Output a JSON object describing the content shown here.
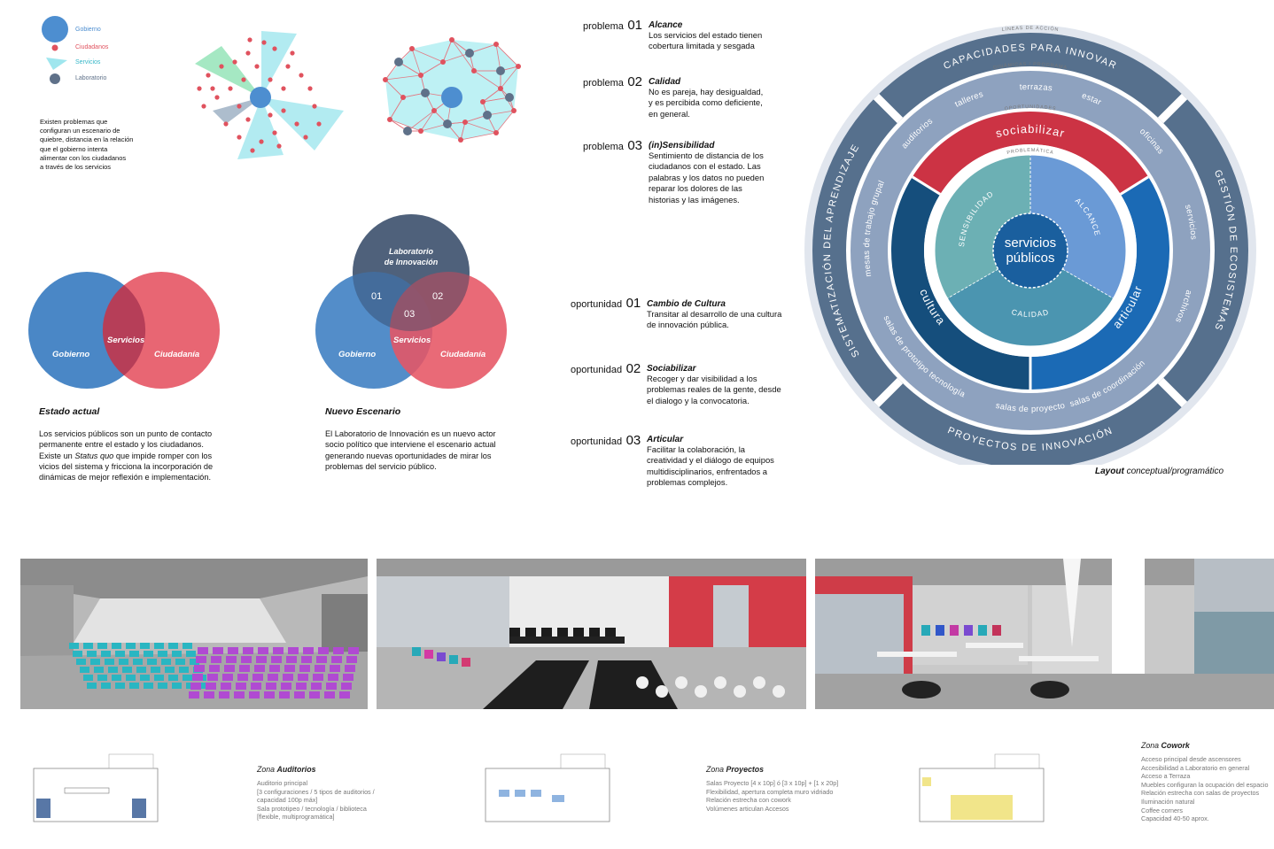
{
  "legend": {
    "items": [
      {
        "label": "Gobierno",
        "color": "#4d8ed0"
      },
      {
        "label": "Ciudadanos",
        "color": "#e0525e"
      },
      {
        "label": "Servicios",
        "color": "#9fe6ee"
      },
      {
        "label": "Laboratorio",
        "color": "#5f7189"
      }
    ]
  },
  "intro_text": [
    "Existen problemas que",
    "configuran un escenario de",
    "quiebre, distancia en la relación",
    "que el gobierno intenta",
    "alimentar con los ciudadanos",
    "a través de los servicios"
  ],
  "venn_current": {
    "left": "Gobierno",
    "middle": "Servicios",
    "right": "Ciudadanía",
    "heading": "Estado actual",
    "text": [
      "Los servicios públicos son un punto de contacto",
      "permanente entre el estado y los ciudadanos.",
      "Existe un",
      "Status quo",
      "que impide romper con los",
      "vicios del sistema y fricciona la incorporación de",
      "dinámicas de mejor reflexión e implementación."
    ]
  },
  "venn_new": {
    "top": [
      "Laboratorio",
      "de Innovación"
    ],
    "left": "Gobierno",
    "right": "Ciudadanía",
    "middle": "Servicios",
    "n1": "01",
    "n2": "02",
    "n3": "03",
    "heading": "Nuevo Escenario",
    "text": [
      "El Laboratorio de Innovación es un nuevo actor",
      "socio político que interviene el escenario actual",
      "generando nuevas oportunidades de mirar los",
      "problemas del servicio público."
    ]
  },
  "problems": [
    {
      "label": "problema",
      "num": "01",
      "title": "Alcance",
      "desc": [
        "Los servicios del estado tienen",
        "cobertura limitada y sesgada"
      ]
    },
    {
      "label": "problema",
      "num": "02",
      "title": "Calidad",
      "desc": [
        "No es pareja, hay desigualdad,",
        "y es percibida como deficiente,",
        "en general."
      ]
    },
    {
      "label": "problema",
      "num": "03",
      "title": "(in)Sensibilidad",
      "desc": [
        "Sentimiento de distancia de los",
        "ciudadanos con el estado. Las",
        "palabras y los datos no pueden",
        "reparar los dolores de las",
        "historias y las imágenes."
      ]
    }
  ],
  "opportunities": [
    {
      "label": "oportunidad",
      "num": "01",
      "title": "Cambio de Cultura",
      "desc": [
        "Transitar al desarrollo de una cultura",
        "de innovación pública."
      ]
    },
    {
      "label": "oportunidad",
      "num": "02",
      "title": "Sociabilizar",
      "desc": [
        "Recoger y dar visibilidad a los",
        "problemas reales de la gente, desde",
        "el dialogo y la convocatoria."
      ]
    },
    {
      "label": "oportunidad",
      "num": "03",
      "title": "Articular",
      "desc": [
        "Facilitar la colaboración, la",
        "creatividad y el diálogo de equipos",
        "multidisciplinarios, enfrentados a",
        "problemas complejos."
      ]
    }
  ],
  "wheel": {
    "center": [
      "servicios",
      "públicos"
    ],
    "problematica_label": "PROBLEMÁTICA",
    "oportunidades_label": "OPORTUNIDADES",
    "dinamicas_label": "DINÁMICAS / PROGRAMA",
    "lineas_label": "LÍNEAS DE ACCIÓN",
    "problems": {
      "a": "ALCANCE",
      "b": "CALIDAD",
      "c": "SENSIBILIDAD"
    },
    "opps": {
      "top": "sociabilizar",
      "right": "articular",
      "left": "cultura"
    },
    "dynamics": [
      "talleres",
      "terrazas",
      "estar",
      "oficinas",
      "servicios",
      "archivos",
      "salas de coordinación",
      "salas de proyecto",
      "salas de prototipo tecnología",
      "mesas de trabajo grupal",
      "auditorios"
    ],
    "actions": {
      "top": "CAPACIDADES PARA INNOVAR",
      "right": "GESTIÓN DE ECOSISTEMAS",
      "bottom": "PROYECTOS DE INNOVACIÓN",
      "left": "SISTEMATIZACIÓN DEL APRENDIZAJE"
    },
    "caption_bold": "Layout",
    "caption_rest": "conceptual/programático",
    "colors": {
      "sociabilizar": "#cc3344",
      "articular": "#1b6ab5",
      "cultura": "#154e7c",
      "alcance": "#6a9ad6",
      "calidad": "#4b95b0",
      "sensibilidad": "#6cb0b4",
      "center": "#1a5f9e",
      "outer": "#556b86",
      "middle": "#8a9fbc"
    }
  },
  "zones": [
    {
      "label": "Zona",
      "name": "Auditorios",
      "lines": [
        "Auditorio principal",
        "[3 configuraciones / 5 tipos de auditorios /",
        "capacidad 100p máx]",
        "Sala prototipeo / tecnología / biblioteca",
        "[flexible, multiprogramática]"
      ]
    },
    {
      "label": "Zona",
      "name": "Proyectos",
      "lines": [
        "Salas Proyecto [4 x 10p] ó [3 x 10p] + [1 x 20p]",
        "Flexibilidad, apertura completa muro vidriado",
        "Relación estrecha con cowork",
        "Volúmenes articulan Accesos"
      ]
    },
    {
      "label": "Zona",
      "name": "Cowork",
      "lines": [
        "Acceso principal desde ascensores",
        "Accesibilidad a Laboratorio en general",
        "Acceso a Terraza",
        "Muebles configuran la ocupación del espacio",
        "Relación estrecha con salas de proyectos",
        "Iluminación natural",
        "Coffee corners",
        "Capacidad 40-50 aprox."
      ]
    }
  ]
}
